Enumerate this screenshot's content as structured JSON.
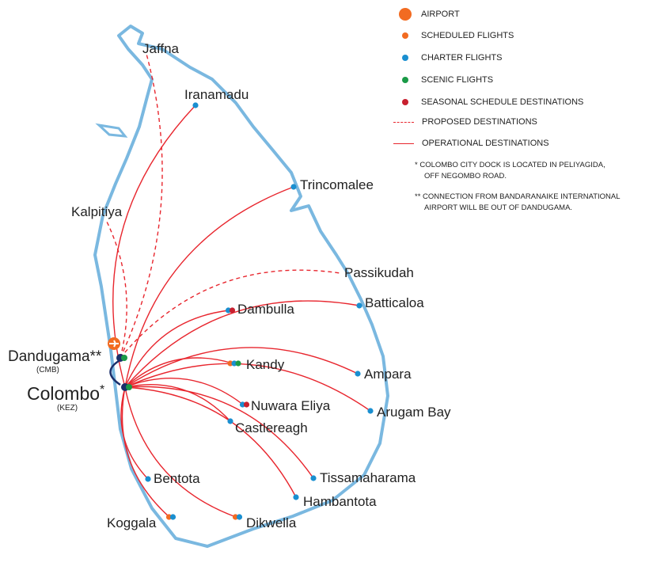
{
  "legend": {
    "airport": "AIRPORT",
    "scheduled": "SCHEDULED FLIGHTS",
    "charter": "CHARTER FLIGHTS",
    "scenic": "SCENIC FLIGHTS",
    "seasonal": "SEASONAL SCHEDULE DESTINATIONS",
    "proposed": "PROPOSED DESTINATIONS",
    "operational": "OPERATIONAL DESTINATIONS"
  },
  "notes": {
    "n1a": "*  COLOMBO CITY DOCK IS LOCATED IN PELIYAGIDA,",
    "n1b": "OFF NEGOMBO ROAD.",
    "n2a": "** CONNECTION FROM BANDARANAIKE INTERNATIONAL",
    "n2b": "AIRPORT WILL BE OUT OF DANDUGAMA."
  },
  "colors": {
    "scheduled": "#f26b21",
    "charter": "#1a8fd0",
    "scenic": "#1a9a47",
    "seasonal": "#c8202f",
    "route": "#e8262e",
    "coast": "#7ab8e0",
    "hub": "#1b2f6b"
  },
  "hubs": {
    "colombo": {
      "name": "Colombo",
      "mark": "*",
      "code": "(KEZ)"
    },
    "dandugama": {
      "name": "Dandugama",
      "mark": "**",
      "code": "(CMB)"
    }
  },
  "destinations": [
    {
      "name": "Jaffna",
      "route": "proposed",
      "dots": []
    },
    {
      "name": "Iranamadu",
      "route": "operational",
      "dots": [
        "charter"
      ]
    },
    {
      "name": "Kalpitiya",
      "route": "proposed",
      "dots": []
    },
    {
      "name": "Trincomalee",
      "route": "operational",
      "dots": [
        "charter"
      ]
    },
    {
      "name": "Passikudah",
      "route": "proposed",
      "dots": []
    },
    {
      "name": "Batticaloa",
      "route": "operational",
      "dots": [
        "charter"
      ]
    },
    {
      "name": "Dambulla",
      "route": "operational",
      "dots": [
        "charter",
        "seasonal"
      ]
    },
    {
      "name": "Kandy",
      "route": "operational",
      "dots": [
        "scheduled",
        "charter",
        "scenic"
      ]
    },
    {
      "name": "Ampara",
      "route": "operational",
      "dots": [
        "charter"
      ]
    },
    {
      "name": "Nuwara Eliya",
      "route": "operational",
      "dots": [
        "charter",
        "seasonal"
      ]
    },
    {
      "name": "Arugam Bay",
      "route": "operational",
      "dots": [
        "charter"
      ]
    },
    {
      "name": "Castlereagh",
      "route": "operational",
      "dots": [
        "charter"
      ]
    },
    {
      "name": "Tissamaharama",
      "route": "operational",
      "dots": [
        "charter"
      ]
    },
    {
      "name": "Hambantota",
      "route": "operational",
      "dots": [
        "charter"
      ]
    },
    {
      "name": "Bentota",
      "route": "operational",
      "dots": [
        "charter"
      ]
    },
    {
      "name": "Koggala",
      "route": "operational",
      "dots": [
        "scheduled",
        "charter"
      ]
    },
    {
      "name": "Dikwella",
      "route": "operational",
      "dots": [
        "scheduled",
        "charter"
      ]
    }
  ]
}
